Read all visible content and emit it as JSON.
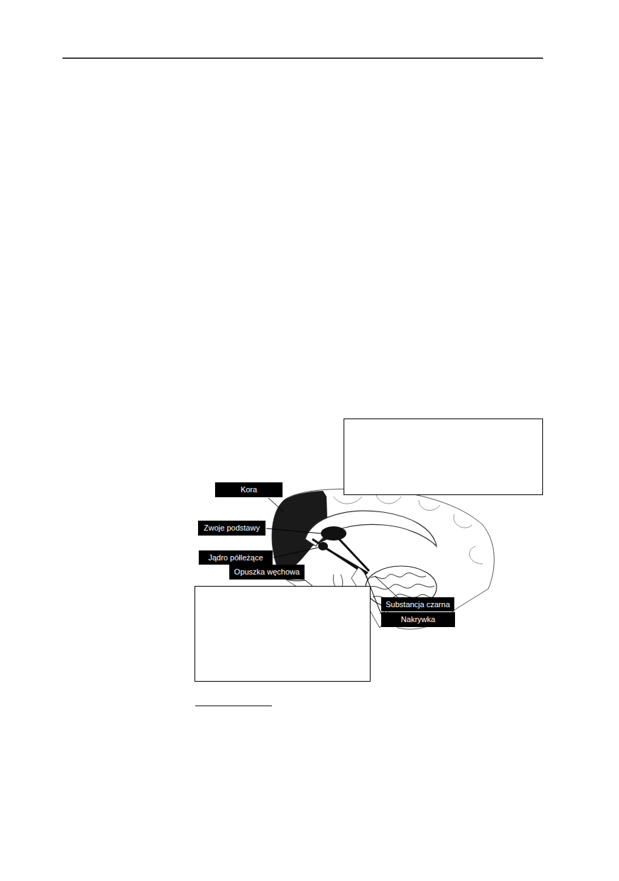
{
  "diagram": {
    "nodes": [
      {
        "text": [
          "Kora"
        ]
      },
      {
        "text": [
          "Zwoje podstawy"
        ]
      },
      {
        "text": [
          "Jądro półleżące"
        ]
      },
      {
        "text": [
          "Opuszka węchowa"
        ]
      },
      {
        "text": [
          "Substancja czarna"
        ]
      },
      {
        "text": [
          "Nakrywka"
        ]
      }
    ]
  }
}
